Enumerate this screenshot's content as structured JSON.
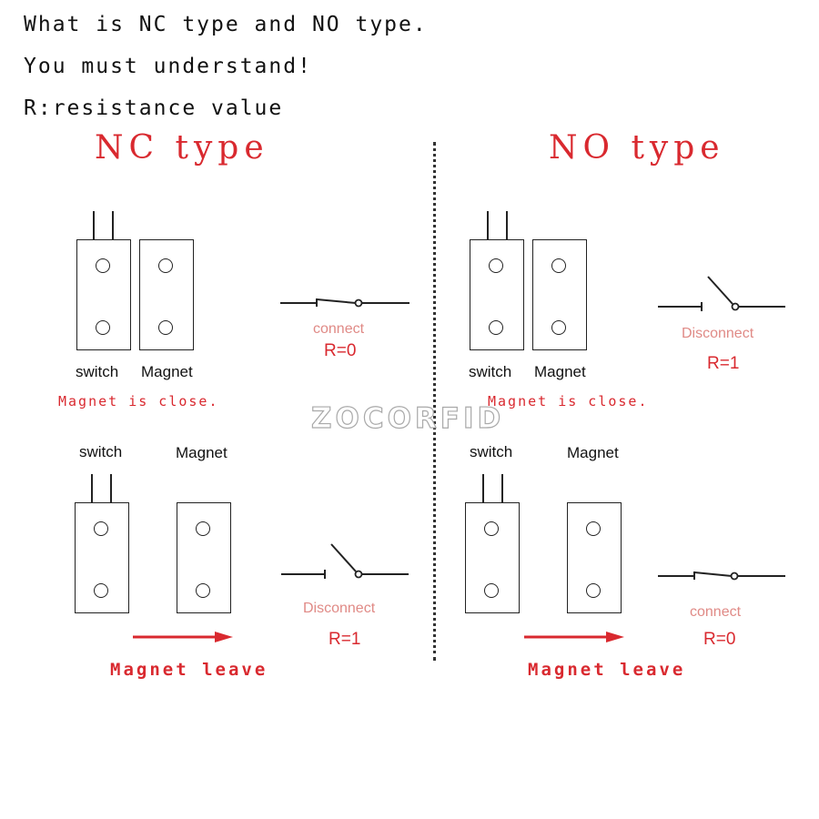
{
  "header": {
    "line1": "What is NC type and NO type.",
    "line2": "You must understand!",
    "line3": "R:resistance value"
  },
  "nc": {
    "title": "NC type",
    "top": {
      "switch_label": "switch",
      "magnet_label": "Magnet",
      "caption": "Magnet is close.",
      "state": "connect",
      "resistance": "R=0"
    },
    "bottom": {
      "switch_label": "switch",
      "magnet_label": "Magnet",
      "caption": "Magnet leave",
      "state": "Disconnect",
      "resistance": "R=1"
    }
  },
  "no": {
    "title": "NO type",
    "top": {
      "switch_label": "switch",
      "magnet_label": "Magnet",
      "caption": "Magnet is close.",
      "state": "Disconnect",
      "resistance": "R=1"
    },
    "bottom": {
      "switch_label": "switch",
      "magnet_label": "Magnet",
      "caption": "Magnet leave",
      "state": "connect",
      "resistance": "R=0"
    }
  },
  "watermark": "ZOCORFID",
  "colors": {
    "accent_red": "#d9292f",
    "soft_red": "#e08a86",
    "line": "#222222"
  }
}
